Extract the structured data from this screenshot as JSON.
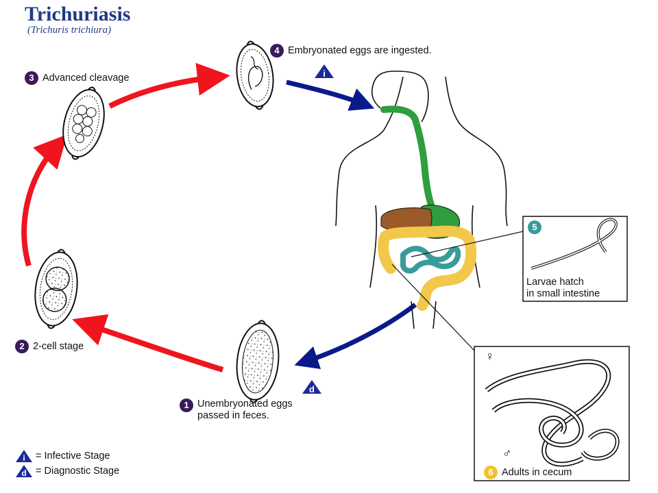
{
  "header": {
    "title": "Trichuriasis",
    "subtitle": "(Trichuris trichiura)"
  },
  "stages": [
    {
      "number": "1",
      "label_line1": "Unembryonated eggs",
      "label_line2": "passed in feces.",
      "badge_color": "#3a1a5c"
    },
    {
      "number": "2",
      "label": "2-cell stage",
      "badge_color": "#3a1a5c"
    },
    {
      "number": "3",
      "label": "Advanced cleavage",
      "badge_color": "#3a1a5c"
    },
    {
      "number": "4",
      "label": "Embryonated eggs are ingested.",
      "badge_color": "#3a1a5c"
    },
    {
      "number": "5",
      "label_line1": "Larvae hatch",
      "label_line2": "in small intestine",
      "badge_color": "#3a9b9b"
    },
    {
      "number": "6",
      "label": "Adults in cecum",
      "badge_color": "#f2c12e"
    }
  ],
  "markers": {
    "infective_letter": "i",
    "diagnostic_letter": "d",
    "female_symbol": "♀",
    "male_symbol": "♂"
  },
  "legend": {
    "infective": {
      "letter": "i",
      "text": "= Infective Stage"
    },
    "diagnostic": {
      "letter": "d",
      "text": "= Diagnostic Stage"
    }
  },
  "colors": {
    "title": "#1f3b86",
    "red_arrow": "#f0141e",
    "blue_arrow": "#0b1a8a",
    "stage_badge": "#3a1a5c",
    "esophagus_stomach": "#2e9e3e",
    "liver": "#9a5a2a",
    "small_intestine": "#3a9b9b",
    "large_intestine": "#f2c84a"
  }
}
